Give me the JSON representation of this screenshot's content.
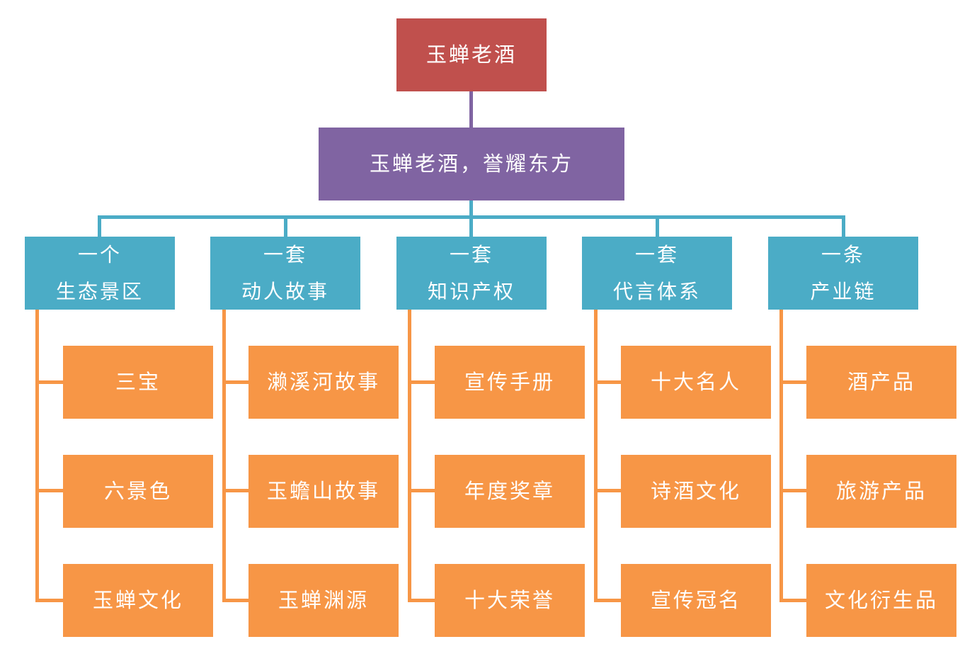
{
  "colors": {
    "root": "#c0504d",
    "slogan": "#8064a2",
    "category": "#4bacc6",
    "item": "#f79646"
  },
  "root": {
    "label": "玉蝉老酒"
  },
  "slogan": {
    "label": "玉蝉老酒，誉耀东方"
  },
  "categories": [
    {
      "line1": "一个",
      "line2": "生态景区",
      "items": [
        "三宝",
        "六景色",
        "玉蝉文化"
      ]
    },
    {
      "line1": "一套",
      "line2": "动人故事",
      "items": [
        "濑溪河故事",
        "玉蟾山故事",
        "玉蝉渊源"
      ]
    },
    {
      "line1": "一套",
      "line2": "知识产权",
      "items": [
        "宣传手册",
        "年度奖章",
        "十大荣誉"
      ]
    },
    {
      "line1": "一套",
      "line2": "代言体系",
      "items": [
        "十大名人",
        "诗酒文化",
        "宣传冠名"
      ]
    },
    {
      "line1": "一条",
      "line2": "产业链",
      "items": [
        "酒产品",
        "旅游产品",
        "文化衍生品"
      ]
    }
  ]
}
